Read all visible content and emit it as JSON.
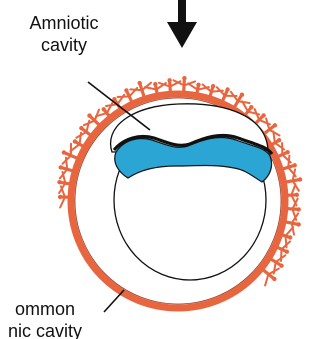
{
  "labels": {
    "amniotic_cavity": {
      "line1": "Amniotic",
      "line2": "cavity"
    },
    "chorionic_cavity": {
      "line1": "ommon",
      "line2": "nic cavity"
    }
  },
  "colors": {
    "trophoblast": "#e8663f",
    "amnion_epiblast": "#2aa5d4",
    "outline": "#111111",
    "background": "#ffffff"
  },
  "icons": {
    "arrow": "down-arrow-icon"
  }
}
